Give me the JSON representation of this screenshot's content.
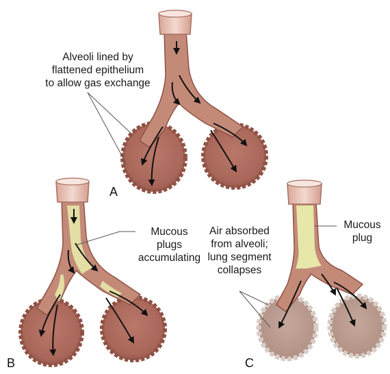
{
  "panels": {
    "a": {
      "letter": "A",
      "annotation": [
        "Alveoli lined by",
        "flattened epithelium",
        "to allow gas exchange"
      ]
    },
    "b": {
      "letter": "B",
      "annotation": [
        "Mucous",
        "plugs",
        "accumulating"
      ]
    },
    "c": {
      "letter": "C",
      "annotation_left": [
        "Air absorbed",
        "from alveoli;",
        "lung segment",
        "collapses"
      ],
      "annotation_right": [
        "Mucous",
        "plug"
      ]
    }
  },
  "colors": {
    "airway": "#c48a78",
    "airway_dark": "#8e5144",
    "airway_light": "#dfb0a2",
    "cartilage": "#f0d3c7",
    "mucus": "#e6e7a8",
    "collapsed": "#c9bbb4",
    "arrow": "#111111"
  }
}
